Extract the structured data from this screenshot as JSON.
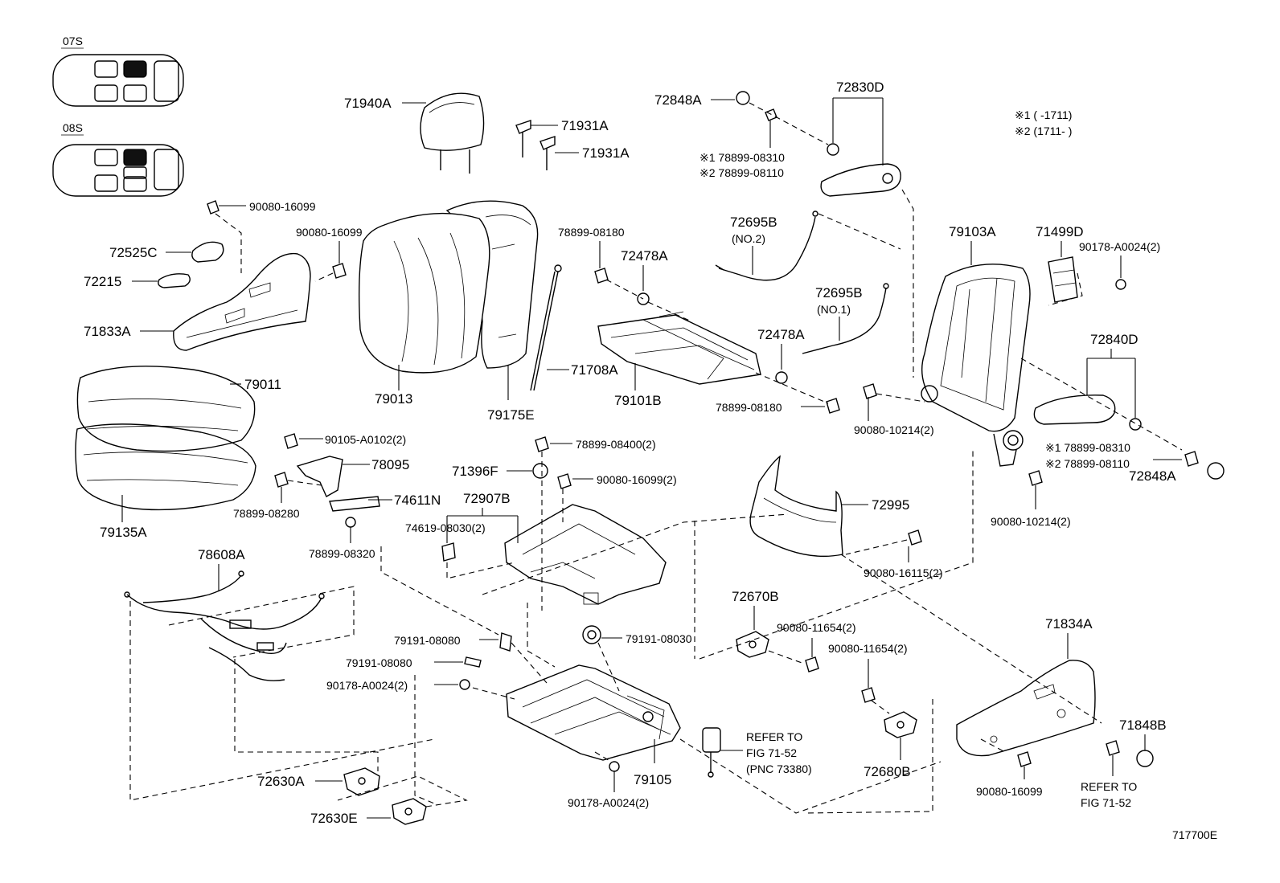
{
  "insets": [
    {
      "label": "07S"
    },
    {
      "label": "08S"
    }
  ],
  "notes": {
    "note1": "※1 (      -1711)",
    "note2": "※2 (1711-      )"
  },
  "parts": {
    "p71940A": "71940A",
    "p71931A_1": "71931A",
    "p71931A_2": "71931A",
    "p72848A_top": "72848A",
    "p72830D": "72830D",
    "p78899_08310_top": "※1 78899-08310",
    "p78899_08110_top": "※2 78899-08110",
    "p90080_16099_a": "90080-16099",
    "p90080_16099_b": "90080-16099",
    "p72525C": "72525C",
    "p72215": "72215",
    "p71833A": "71833A",
    "p79011": "79011",
    "p79013": "79013",
    "p79175E": "79175E",
    "p71708A": "71708A",
    "p78899_08180_a": "78899-08180",
    "p72478A_a": "72478A",
    "p72695B_2": "72695B",
    "no2": "(NO.2)",
    "p72695B_1": "72695B",
    "no1": "(NO.1)",
    "p72478A_b": "72478A",
    "p79101B": "79101B",
    "p78899_08180_b": "78899-08180",
    "p79103A": "79103A",
    "p71499D": "71499D",
    "p90178_A0024_2_top": "90178-A0024(2)",
    "p72840D": "72840D",
    "p90080_10214_a": "90080-10214(2)",
    "p78899_08310_r": "※1 78899-08310",
    "p78899_08110_r": "※2 78899-08110",
    "p72848A_r": "72848A",
    "p90080_10214_b": "90080-10214(2)",
    "p90105_A0102": "90105-A0102(2)",
    "p78095": "78095",
    "p78899_08400": "78899-08400(2)",
    "p71396F": "71396F",
    "p90080_16099_2": "90080-16099(2)",
    "p72907B": "72907B",
    "p74611N": "74611N",
    "p78899_08280": "78899-08280",
    "p74619_08030": "74619-08030(2)",
    "p78899_08320": "78899-08320",
    "p79135A": "79135A",
    "p72995": "72995",
    "p90080_16115": "90080-16115(2)",
    "p78608A": "78608A",
    "p72670B": "72670B",
    "p90080_11654_a": "90080-11654(2)",
    "p90080_11654_b": "90080-11654(2)",
    "p71834A": "71834A",
    "p79191_08080_a": "79191-08080",
    "p79191_08030": "79191-08030",
    "p79191_08080_b": "79191-08080",
    "p90178_A0024_l": "90178-A0024(2)",
    "p71848B": "71848B",
    "refer_fig_1_a": "REFER TO",
    "refer_fig_1_b": "FIG 71-52",
    "refer_fig_1_c": "(PNC 73380)",
    "p72630A": "72630A",
    "p79105": "79105",
    "p72680B": "72680B",
    "p90080_16099_r": "90080-16099",
    "refer_fig_2_a": "REFER TO",
    "refer_fig_2_b": "FIG 71-52",
    "p72630E": "72630E",
    "p90178_A0024_bottom": "90178-A0024(2)"
  },
  "figure_id": "717700E"
}
